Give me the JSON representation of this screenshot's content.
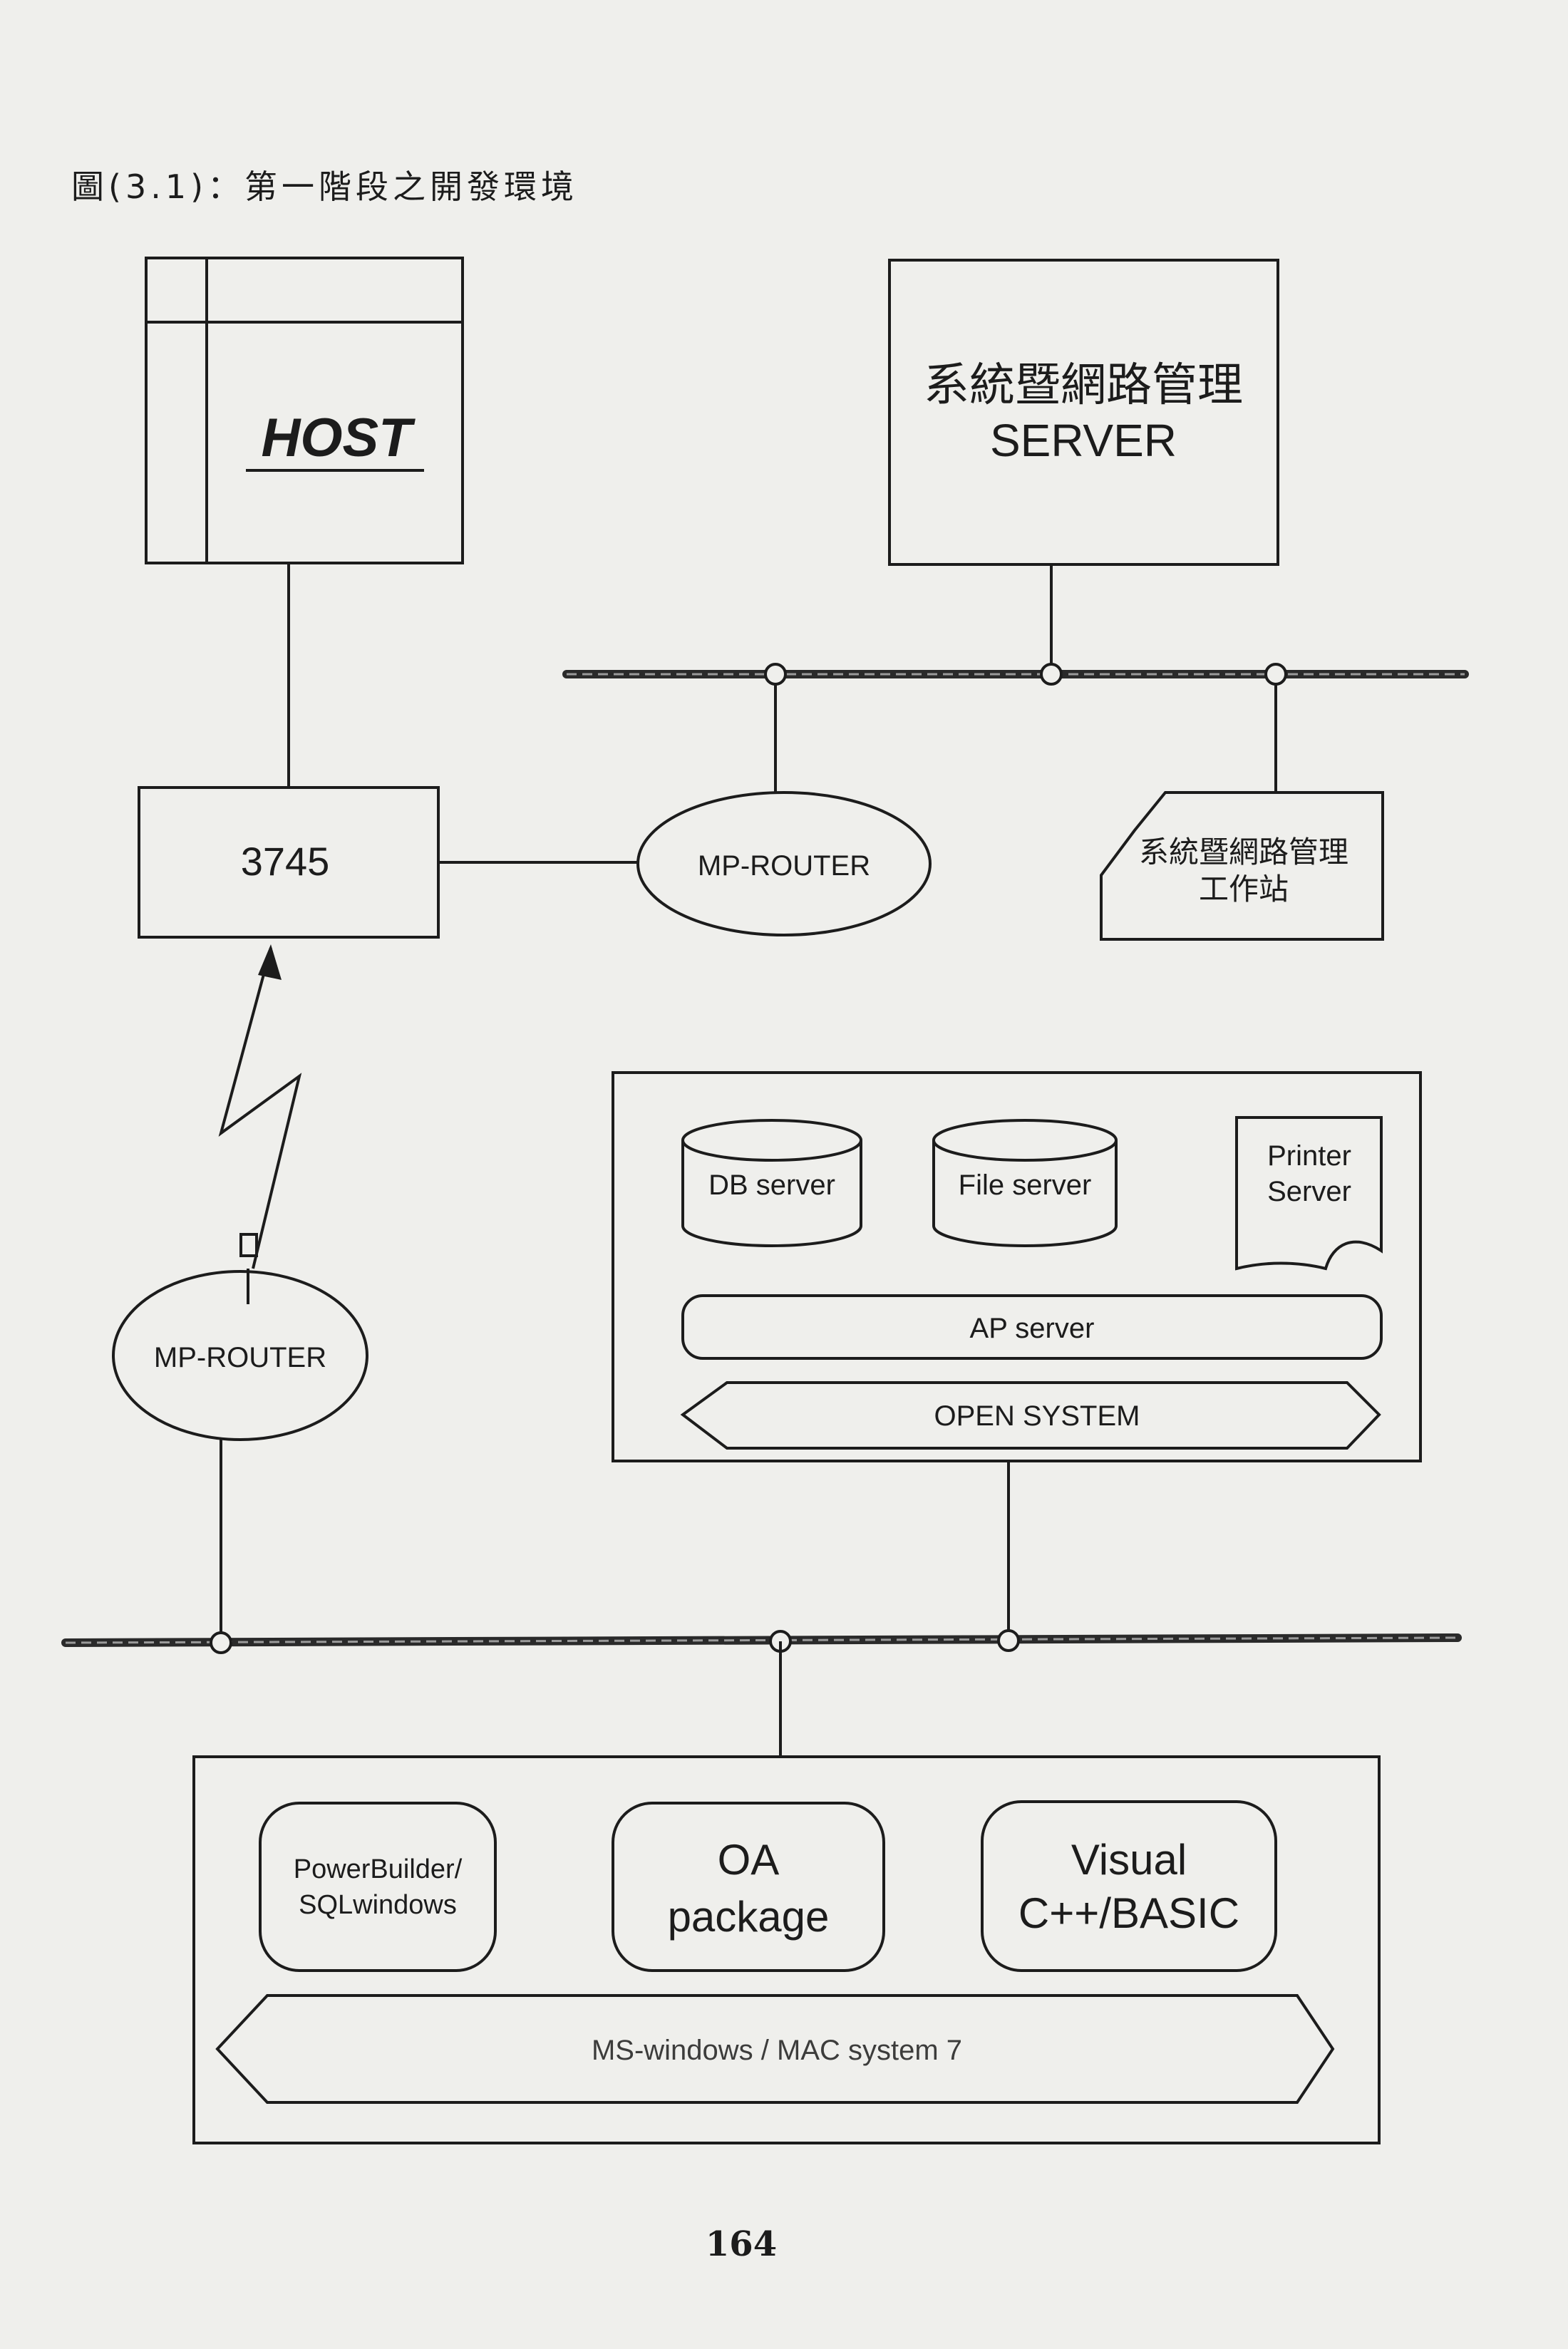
{
  "caption": "圖(3.1)：第一階段之開發環境",
  "host": "HOST",
  "server_line1": "系統暨網路管理",
  "server_line2": "SERVER",
  "unit_3745": "3745",
  "router_top": "MP-ROUTER",
  "router_left": "MP-ROUTER",
  "workstation_line1": "系統暨網路管理",
  "workstation_line2": "工作站",
  "db_server": "DB server",
  "file_server": "File server",
  "printer_line1": "Printer",
  "printer_line2": "Server",
  "ap_server": "AP server",
  "open_system": "OPEN SYSTEM",
  "client_tool1_line1": "PowerBuilder/",
  "client_tool1_line2": "SQLwindows",
  "client_tool2_line1": "OA",
  "client_tool2_line2": "package",
  "client_tool3_line1": "Visual",
  "client_tool3_line2": "C++/BASIC",
  "client_os": "MS-windows / MAC system 7",
  "page_number": "164"
}
